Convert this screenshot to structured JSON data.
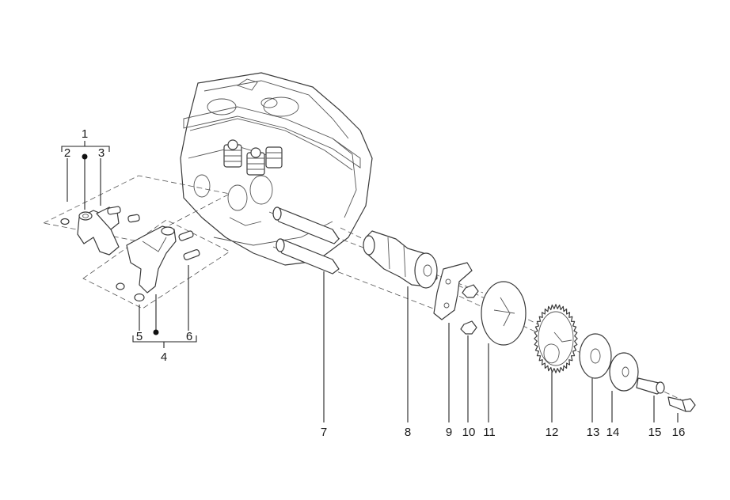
{
  "diagram": {
    "callouts": [
      {
        "id": "1",
        "label": "1"
      },
      {
        "id": "2",
        "label": "2"
      },
      {
        "id": "3",
        "label": "3"
      },
      {
        "id": "4",
        "label": "4"
      },
      {
        "id": "5",
        "label": "5"
      },
      {
        "id": "6",
        "label": "6"
      },
      {
        "id": "7",
        "label": "7"
      },
      {
        "id": "8",
        "label": "8"
      },
      {
        "id": "9",
        "label": "9"
      },
      {
        "id": "10",
        "label": "10"
      },
      {
        "id": "11",
        "label": "11"
      },
      {
        "id": "12",
        "label": "12"
      },
      {
        "id": "13",
        "label": "13"
      },
      {
        "id": "14",
        "label": "14"
      },
      {
        "id": "15",
        "label": "15"
      },
      {
        "id": "16",
        "label": "16"
      }
    ],
    "colors": {
      "line": "#3a3a3a",
      "text": "#1a1a1a",
      "background": "#ffffff"
    }
  }
}
